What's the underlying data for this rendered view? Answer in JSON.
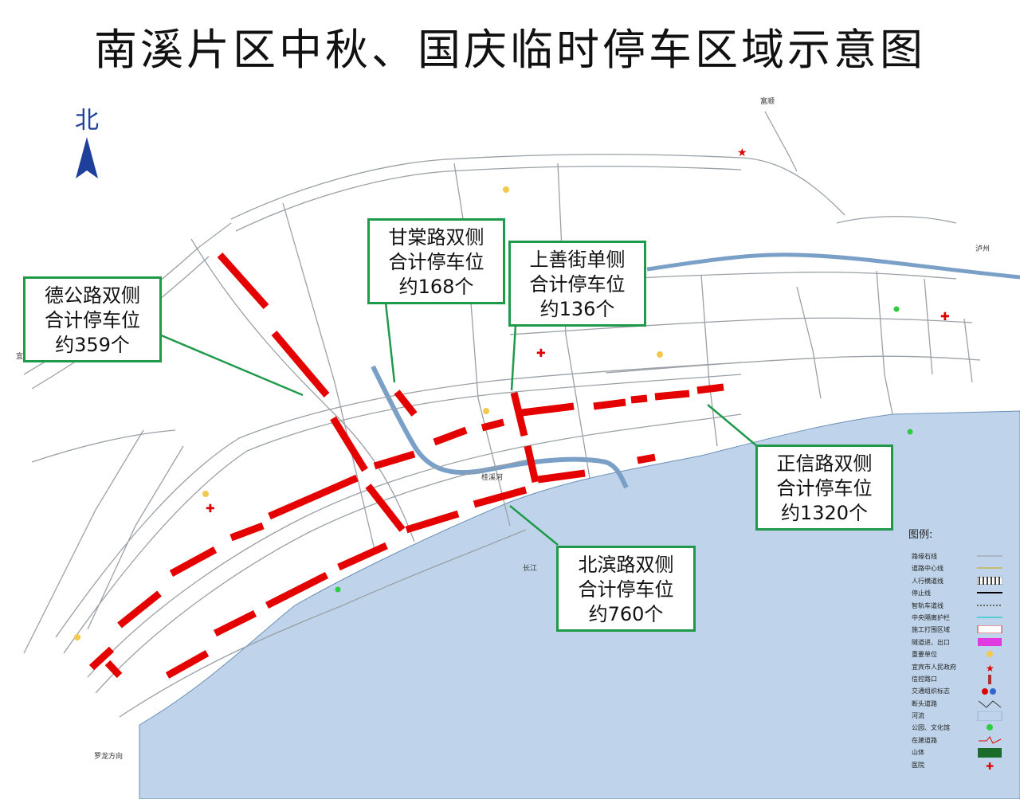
{
  "title": "南溪片区中秋、国庆临时停车区域示意图",
  "north_label": "北",
  "place_labels": {
    "fushun": "富顺",
    "luzhou": "泸州",
    "luolong": "罗龙方向",
    "yibin": "宜",
    "guixi_river": "桂溪河",
    "changjiang": "长江"
  },
  "callouts": [
    {
      "id": "degong",
      "lines": [
        "德公路双侧",
        "合计停车位",
        "约359个"
      ]
    },
    {
      "id": "gantang",
      "lines": [
        "甘棠路双侧",
        "合计停车位",
        "约168个"
      ]
    },
    {
      "id": "shangshan",
      "lines": [
        "上善街单侧",
        "合计停车位",
        "约136个"
      ]
    },
    {
      "id": "zhengxin",
      "lines": [
        "正信路双侧",
        "合计停车位",
        "约1320个"
      ]
    },
    {
      "id": "beibin",
      "lines": [
        "北滨路双侧",
        "合计停车位",
        "约760个"
      ]
    }
  ],
  "legend": {
    "title": "图例:",
    "items": [
      {
        "label": "路缘石线",
        "icon": "curb-line"
      },
      {
        "label": "道路中心线",
        "icon": "center-line"
      },
      {
        "label": "人行横道线",
        "icon": "crosswalk"
      },
      {
        "label": "停止线",
        "icon": "stop-line"
      },
      {
        "label": "智轨车道线",
        "icon": "tram-lane"
      },
      {
        "label": "中央隔离护栏",
        "icon": "median-barrier"
      },
      {
        "label": "施工打围区域",
        "icon": "construction-zone"
      },
      {
        "label": "隧道进、出口",
        "icon": "tunnel-entrance"
      },
      {
        "label": "重要单位",
        "icon": "important-unit"
      },
      {
        "label": "宜宾市人民政府",
        "icon": "government-star"
      },
      {
        "label": "信控路口",
        "icon": "signal-intersection"
      },
      {
        "label": "交通组织标志",
        "icon": "traffic-sign"
      },
      {
        "label": "断头道路",
        "icon": "dead-end-road"
      },
      {
        "label": "河流",
        "icon": "river"
      },
      {
        "label": "公园、文化馆",
        "icon": "park"
      },
      {
        "label": "在建道路",
        "icon": "road-under-construction"
      },
      {
        "label": "山体",
        "icon": "mountain"
      },
      {
        "label": "医院",
        "icon": "hospital"
      }
    ]
  },
  "colors": {
    "parking": "#e50000",
    "callout_border": "#1f9a4a",
    "river": "#bfd4ea",
    "road": "#9aa0a6",
    "north_arrow": "#1e3f9a"
  }
}
